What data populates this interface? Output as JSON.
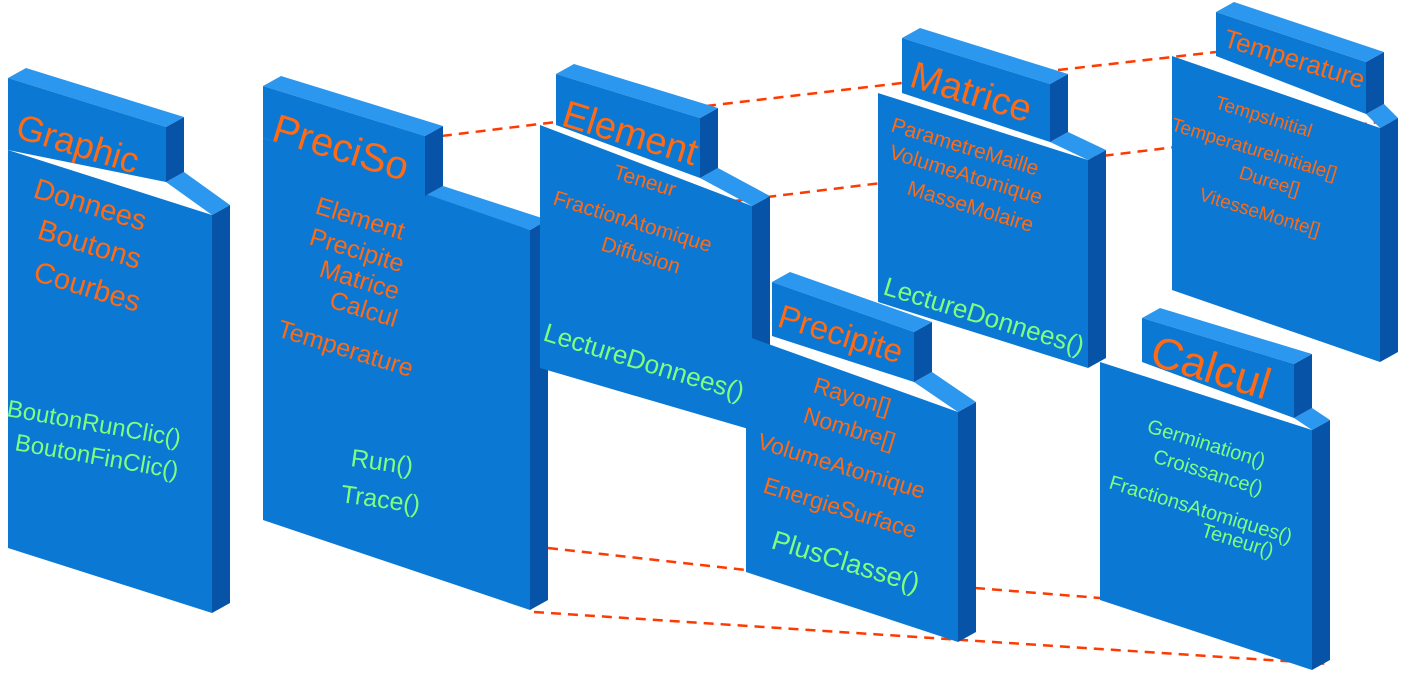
{
  "colors": {
    "front": "#0b78d4",
    "side": "#0653a8",
    "top": "#2c97ee",
    "attribute_text": "#ff6a14",
    "method_text": "#7dff7d",
    "connector": "#ff3a00"
  },
  "classes": [
    {
      "id": "graphic",
      "title": "Graphic",
      "attributes": [
        "Donnees",
        "Boutons",
        "Courbes"
      ],
      "methods": [
        "BoutonRunClic()",
        "BoutonFinClic()"
      ]
    },
    {
      "id": "preciso",
      "title": "PreciSo",
      "attributes": [
        "Element",
        "Precipite",
        "Matrice",
        "Calcul",
        "Temperature"
      ],
      "methods": [
        "Run()",
        "Trace()"
      ]
    },
    {
      "id": "element",
      "title": "Element",
      "attributes": [
        "Teneur",
        "FractionAtomique",
        "Diffusion"
      ],
      "methods": [
        "LectureDonnees()"
      ]
    },
    {
      "id": "matrice",
      "title": "Matrice",
      "attributes": [
        "ParametreMaille",
        "VolumeAtomique",
        "MasseMolaire"
      ],
      "methods": [
        "LectureDonnees()"
      ]
    },
    {
      "id": "temperature",
      "title": "Temperature",
      "attributes": [
        "TempsInitial",
        "TemperatureInitiale[]",
        "Duree[]",
        "VitesseMonte[]"
      ],
      "methods": []
    },
    {
      "id": "precipite",
      "title": "Precipite",
      "attributes": [
        "Rayon[]",
        "Nombre[]",
        "VolumeAtomique",
        "EnergieSurface"
      ],
      "methods": [
        "PlusClasse()"
      ]
    },
    {
      "id": "calcul",
      "title": "Calcul",
      "attributes": [],
      "methods": [
        "Germination()",
        "Croissance()",
        "FractionsAtomiques()",
        "Teneur()"
      ]
    }
  ]
}
